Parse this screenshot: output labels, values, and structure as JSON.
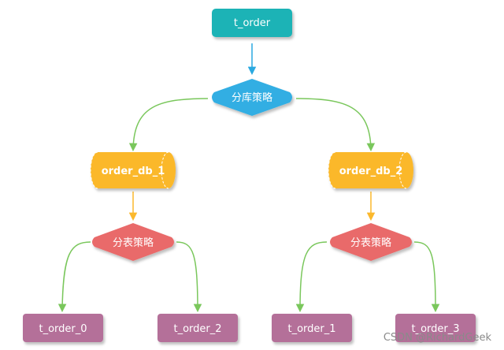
{
  "colors": {
    "source_box": "#1cb3b6",
    "db_strategy": "#31aee3",
    "database": "#fbb82c",
    "table_strategy": "#e96a6a",
    "table_box": "#b47099",
    "edge_blue": "#2aa9e0",
    "edge_green": "#7ac75c",
    "edge_orange": "#fbb82c"
  },
  "nodes": {
    "source_table": {
      "label": "t_order",
      "icon": "rounded-rect-teal"
    },
    "db_strategy": {
      "label": "分库策略",
      "icon": "diamond-blue"
    },
    "db_1": {
      "label": "order_db_1",
      "icon": "cylinder-yellow"
    },
    "db_2": {
      "label": "order_db_2",
      "icon": "cylinder-yellow"
    },
    "table_strategy_1": {
      "label": "分表策略",
      "icon": "diamond-red"
    },
    "table_strategy_2": {
      "label": "分表策略",
      "icon": "diamond-red"
    },
    "table_0": {
      "label": "t_order_0",
      "icon": "rounded-rect-purple"
    },
    "table_2": {
      "label": "t_order_2",
      "icon": "rounded-rect-purple"
    },
    "table_1": {
      "label": "t_order_1",
      "icon": "rounded-rect-purple"
    },
    "table_3": {
      "label": "t_order_3",
      "icon": "rounded-rect-purple"
    }
  },
  "watermark": "CSDN @RichardGeek"
}
